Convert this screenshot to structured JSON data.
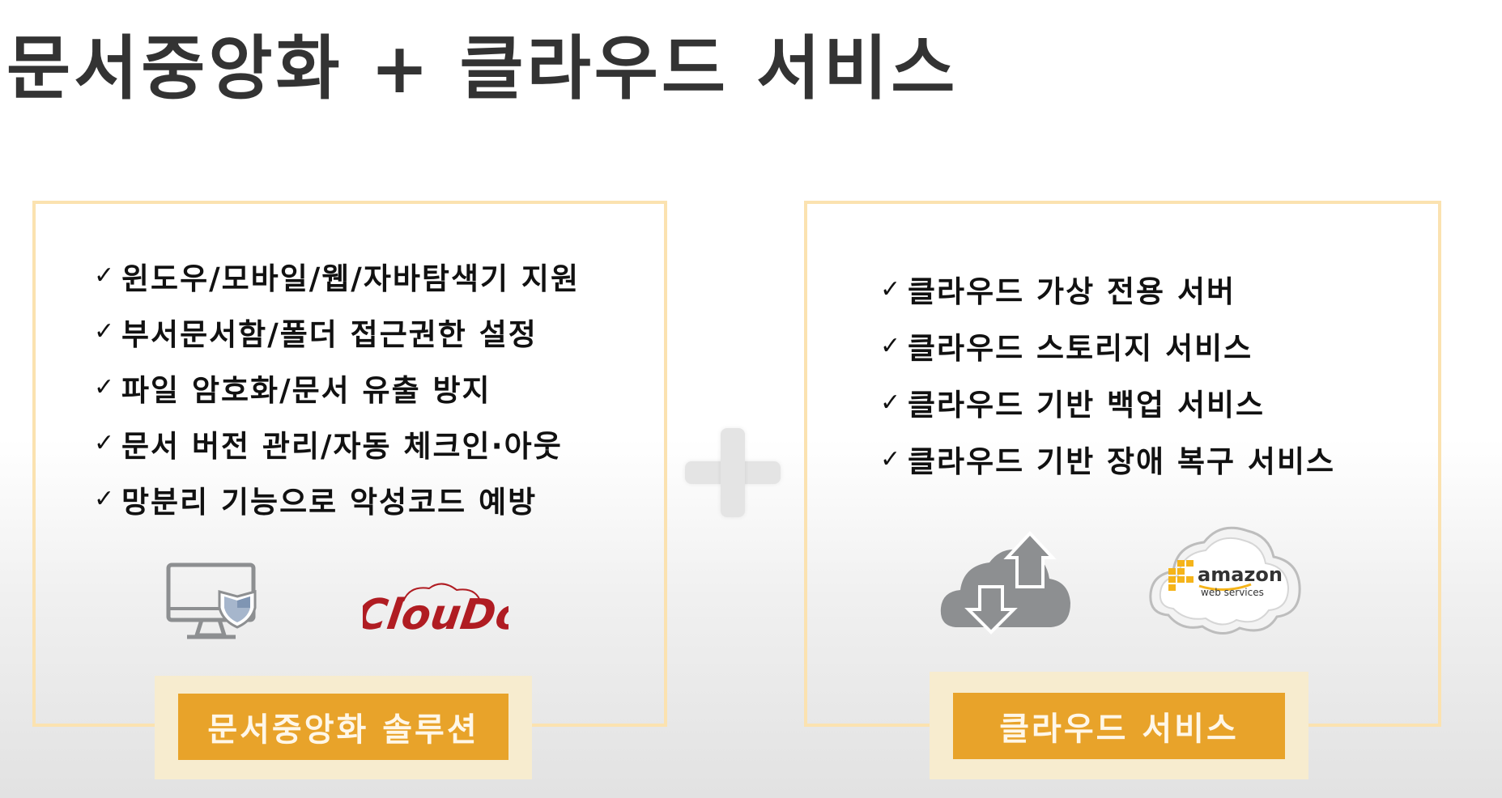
{
  "title": "문서중앙화 + 클라우드 서비스",
  "check_glyph": "✓",
  "left_panel": {
    "items": [
      "윈도우/모바일/웹/자바탐색기 지원",
      "부서문서함/폴더 접근권한 설정",
      "파일 암호화/문서 유출 방지",
      "문서 버전 관리/자동 체크인·아웃",
      "망분리 기능으로 악성코드 예방"
    ],
    "label": "문서중앙화 솔루션",
    "icons": [
      "monitor-shield-icon",
      "cloudoc-logo"
    ],
    "logo_text": "ClouDoc"
  },
  "right_panel": {
    "items": [
      "클라우드 가상 전용 서버",
      "클라우드 스토리지 서비스",
      "클라우드 기반 백업 서비스",
      "클라우드 기반 장애 복구 서비스"
    ],
    "label": "클라우드 서비스",
    "icons": [
      "cloud-transfer-icon",
      "aws-cloud-logo"
    ],
    "logo_text": "amazon",
    "logo_subtext": "web services"
  },
  "colors": {
    "accent_orange": "#e8a32a",
    "panel_border": "#fbe2b0",
    "label_frame": "#f7eccf",
    "title_text": "#333333",
    "icon_gray": "#8d8f91",
    "logo_red": "#b01c22"
  }
}
